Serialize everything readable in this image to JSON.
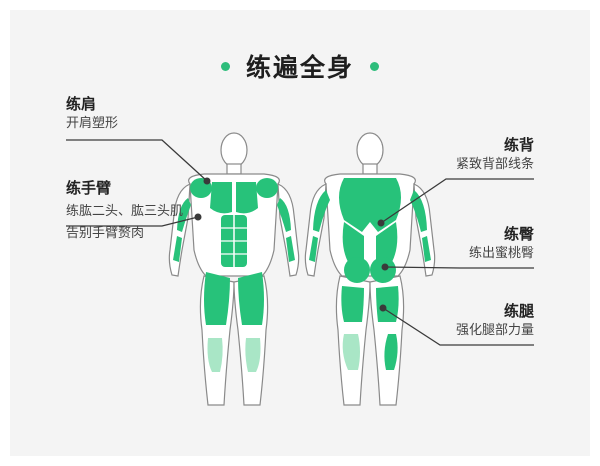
{
  "title": "练遍全身",
  "colors": {
    "accent": "#2ebd7b",
    "muscle": "#27c27a",
    "muscle_light": "#a9e6c6",
    "outline": "#8a8a8a",
    "leader": "#3a3a3a"
  },
  "left_labels": [
    {
      "heading": "练肩",
      "lines": [
        "开肩塑形"
      ]
    },
    {
      "heading": "练手臂",
      "lines": [
        "练肱二头、肱三头肌",
        "告别手臂赘肉"
      ]
    }
  ],
  "right_labels": [
    {
      "heading": "练背",
      "lines": [
        "紧致背部线条"
      ]
    },
    {
      "heading": "练臀",
      "lines": [
        "练出蜜桃臀"
      ]
    },
    {
      "heading": "练腿",
      "lines": [
        "强化腿部力量"
      ]
    }
  ]
}
